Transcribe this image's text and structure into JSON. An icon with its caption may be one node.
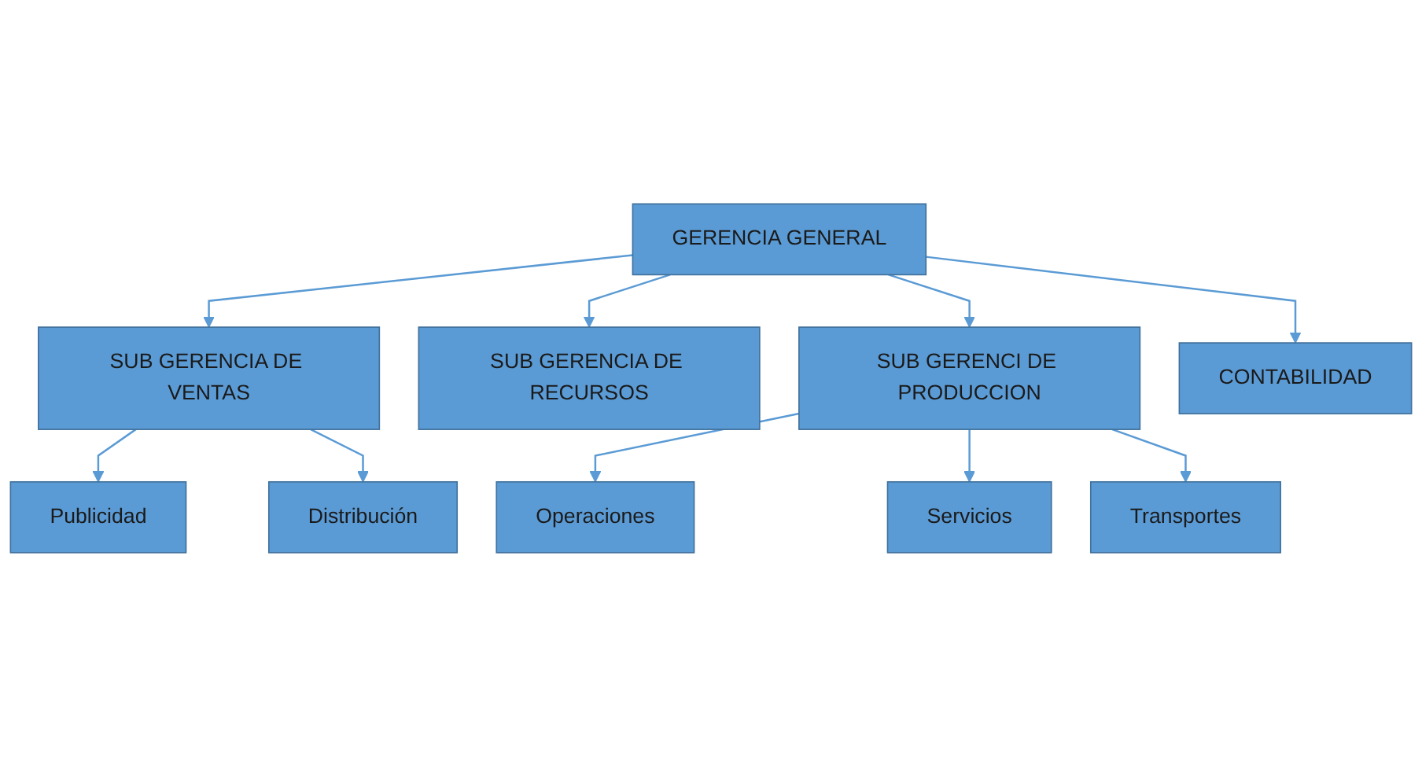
{
  "diagram": {
    "nodes": [
      {
        "text": [
          "GERENCIA GENERAL"
        ]
      },
      {
        "text": [
          "SUB GERENCIA DE VENTAS"
        ]
      },
      {
        "text": [
          "SUB GERENCIA DE RECURSOS"
        ]
      },
      {
        "text": [
          "SUB GERENCI DE PRODUCCION"
        ]
      },
      {
        "text": [
          "CONTABILIDAD"
        ]
      },
      {
        "text": [
          "Publicidad"
        ]
      },
      {
        "text": [
          "Distribución"
        ]
      },
      {
        "text": [
          "Operaciones"
        ]
      },
      {
        "text": [
          "Servicios"
        ]
      },
      {
        "text": [
          "Transportes"
        ]
      }
    ],
    "edges": [
      {
        "from": 0,
        "to": 1,
        "arrow": "to"
      },
      {
        "from": 0,
        "to": 2,
        "arrow": "to"
      },
      {
        "from": 0,
        "to": 3,
        "arrow": "to"
      },
      {
        "from": 0,
        "to": 4,
        "arrow": "to"
      },
      {
        "from": 1,
        "to": 5,
        "arrow": "to"
      },
      {
        "from": 1,
        "to": 6,
        "arrow": "to"
      },
      {
        "from": 3,
        "to": 7,
        "arrow": "to"
      },
      {
        "from": 3,
        "to": 8,
        "arrow": "to"
      },
      {
        "from": 3,
        "to": 9,
        "arrow": "to"
      }
    ]
  }
}
